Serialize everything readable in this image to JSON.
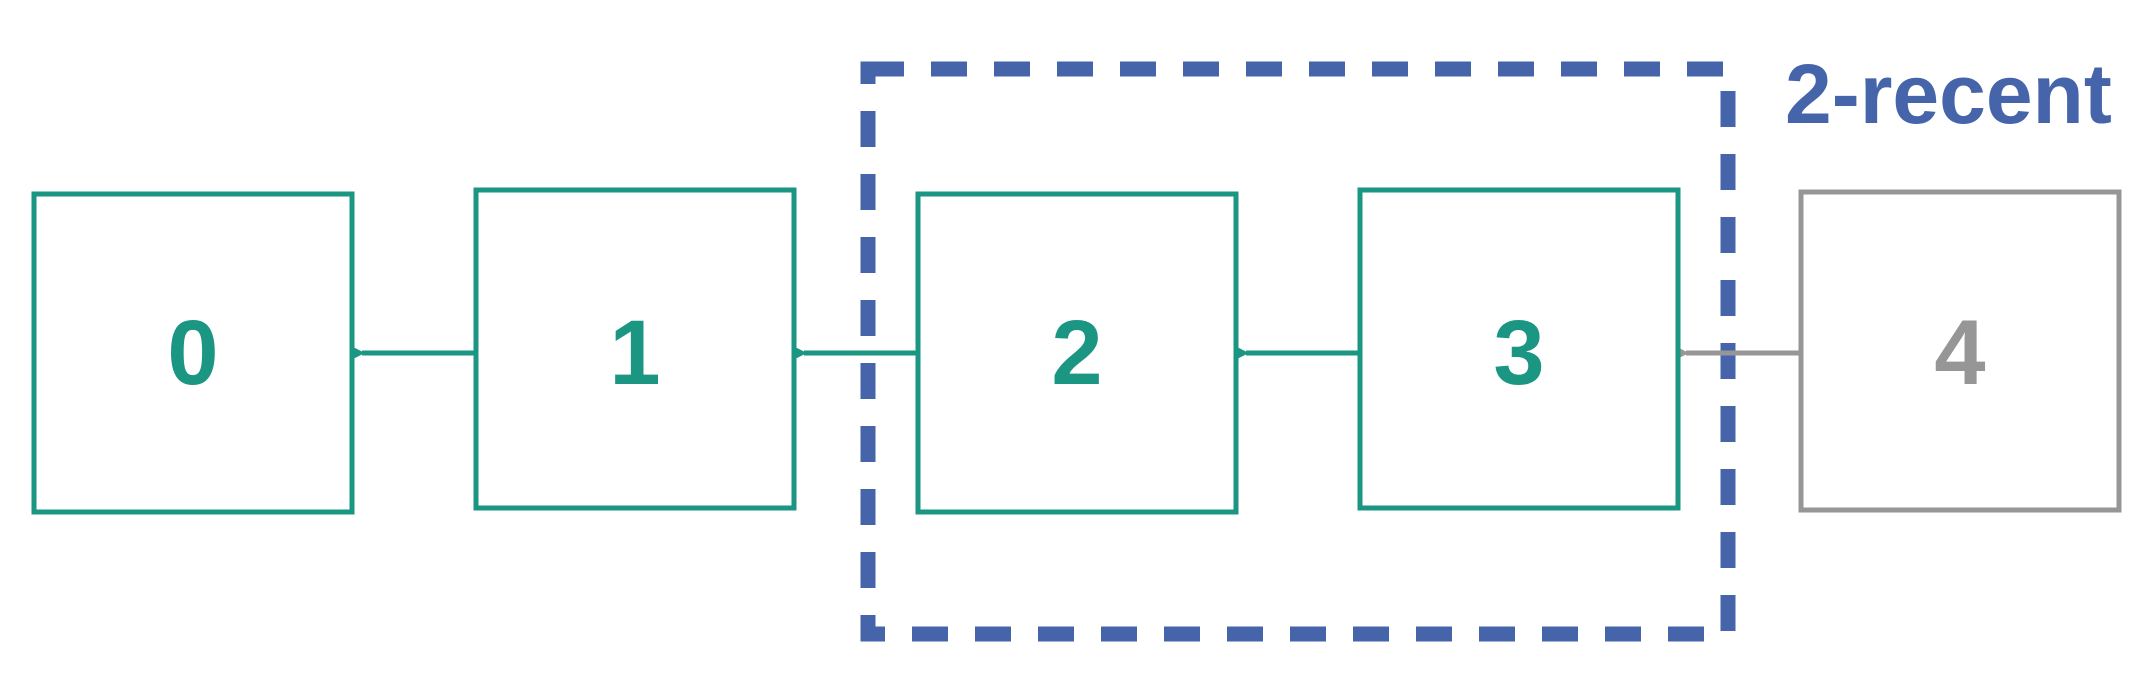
{
  "diagram": {
    "nodes": [
      {
        "id": "n0",
        "label": "0",
        "state": "committed"
      },
      {
        "id": "n1",
        "label": "1",
        "state": "committed"
      },
      {
        "id": "n2",
        "label": "2",
        "state": "committed"
      },
      {
        "id": "n3",
        "label": "3",
        "state": "committed"
      },
      {
        "id": "n4",
        "label": "4",
        "state": "pending"
      }
    ],
    "edges": [
      {
        "from": "n1",
        "to": "n0"
      },
      {
        "from": "n2",
        "to": "n1"
      },
      {
        "from": "n3",
        "to": "n2"
      },
      {
        "from": "n4",
        "to": "n3"
      }
    ],
    "window": {
      "label": "2-recent",
      "contains": [
        "n2",
        "n3"
      ]
    }
  },
  "colors": {
    "committed": "#1a9683",
    "pending": "#969696",
    "window": "#4564aa",
    "background": "#ffffff"
  }
}
